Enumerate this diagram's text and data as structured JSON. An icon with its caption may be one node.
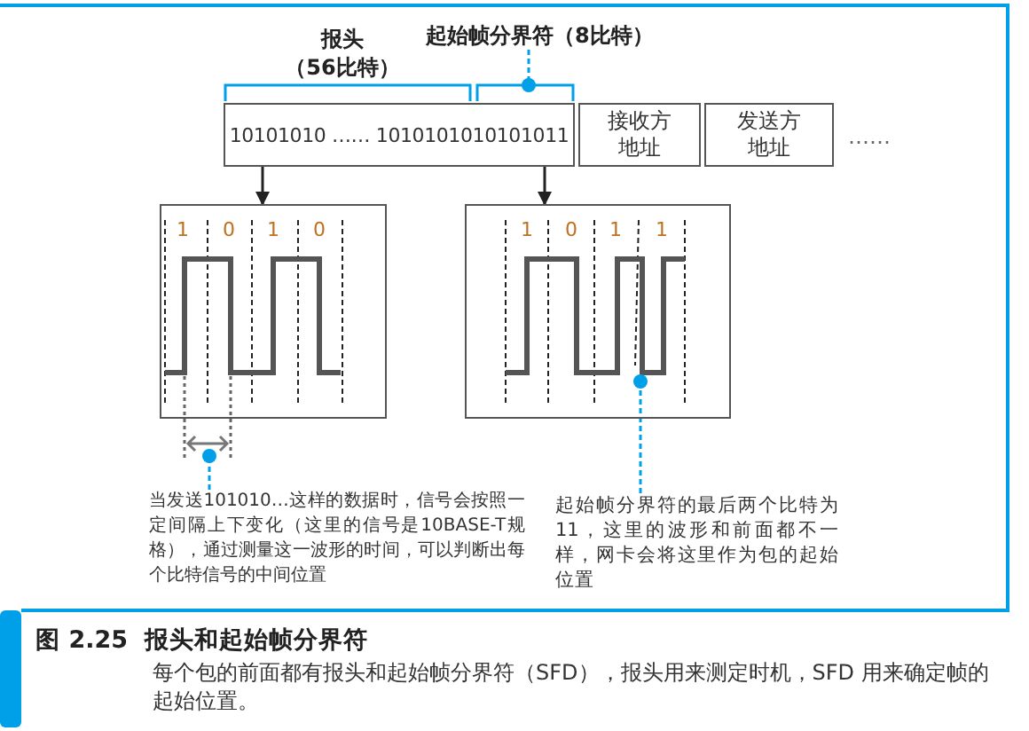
{
  "diagram": {
    "title": "图 2.25  报头和起始帧分界符",
    "caption": "每个包的前面都有报头和起始帧分界符（SFD），报头用来测定时机，SFD 用来确定帧的起始位置。",
    "nodes": [
      {
        "text": [
          "10101010 …… 1010101010101011"
        ]
      },
      {
        "text": [
          "接收方地址"
        ]
      },
      {
        "text": [
          "发送方地址"
        ]
      },
      {
        "text": [],
        "shape": "box"
      },
      {
        "text": [],
        "shape": "box"
      },
      {
        "text": [
          "当发送101010…这样的数据时，信号会按照一定间隔上下变化（这里的信号是10BASE-T规格），通过测量这一波形的时间，可以判断出每个比特信号的中间位置"
        ]
      },
      {
        "text": [
          "起始帧分界符的最后两个比特为11，这里的波形和前面都不一样，网卡会将这里作为包的起始位置"
        ]
      },
      {
        "text": [
          "起始帧分界符（8比特）"
        ]
      }
    ],
    "edges": [
      {
        "from": 0,
        "to": 3,
        "arrow": "to",
        "color": "#222222"
      },
      {
        "from": 0,
        "to": 4,
        "arrow": "to",
        "color": "#222222"
      },
      {
        "from": 5,
        "to": null,
        "arrow": "other",
        "style": "dashed"
      },
      {
        "from": 6,
        "to": 4,
        "arrow": "other",
        "style": "dashed"
      },
      {
        "from": 7,
        "to": null,
        "arrow": "other",
        "style": "dashed"
      }
    ],
    "labels": [
      "报头",
      "（56比特）",
      "……",
      "1",
      "0",
      "1",
      "0",
      "1",
      "0",
      "1",
      "1"
    ]
  }
}
